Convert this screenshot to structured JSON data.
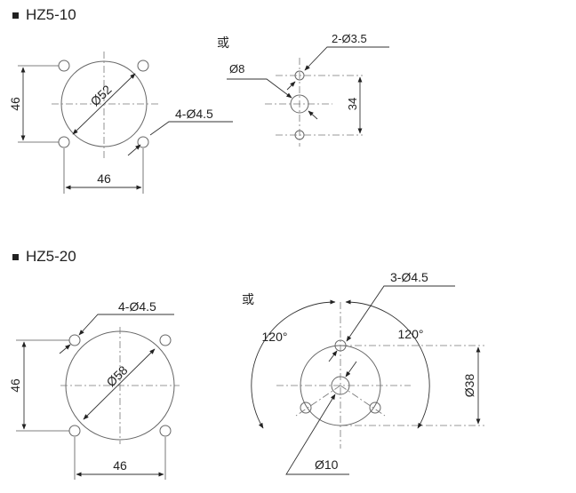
{
  "diagram": {
    "hz5_10": {
      "title": "HZ5-10",
      "or_label": "或",
      "diameter_label": "Ø52",
      "holes_label": "4-Ø4.5",
      "height_label": "46",
      "width_label": "46",
      "alt_holes_label": "2-Ø3.5",
      "alt_center_label": "Ø8",
      "alt_spacing_label": "34"
    },
    "hz5_20": {
      "title": "HZ5-20",
      "or_label": "或",
      "diameter_label": "Ø58",
      "holes_label": "4-Ø4.5",
      "height_label": "46",
      "width_label": "46",
      "alt_holes_label": "3-Ø4.5",
      "alt_angle_left": "120°",
      "alt_angle_right": "120°",
      "alt_center_label": "Ø10",
      "alt_circle_label": "Ø38"
    }
  }
}
